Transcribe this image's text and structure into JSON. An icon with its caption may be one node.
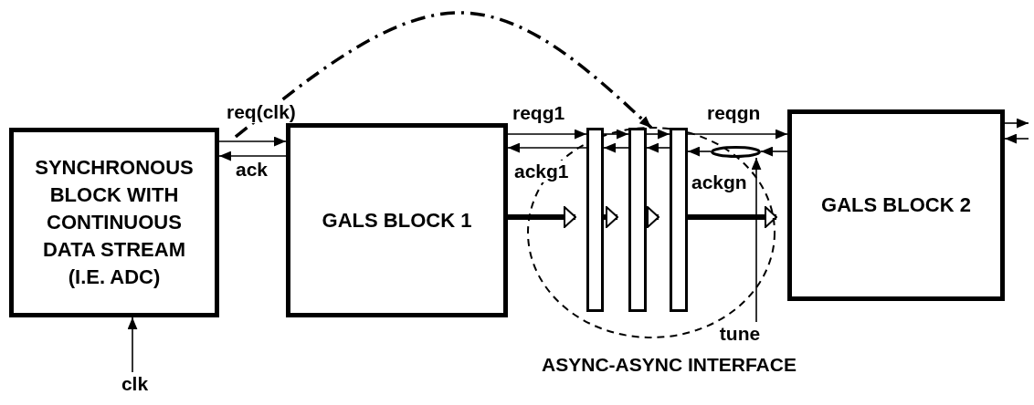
{
  "diagram": {
    "nodes": [
      {
        "text": [
          "SYNCHRONOUS BLOCK WITH CONTINUOUS DATA STREAM (I.E. ADC)"
        ]
      },
      {
        "text": [
          "GALS BLOCK 1"
        ]
      },
      {
        "text": [
          "ASYNC-ASYNC INTERFACE"
        ]
      },
      {
        "text": [],
        "shape": "bar",
        "in": 2
      },
      {
        "text": [],
        "shape": "bar",
        "in": 2
      },
      {
        "text": [],
        "shape": "bar",
        "in": 2
      },
      {
        "text": [],
        "shape": "ellipse",
        "in": 2
      },
      {
        "text": [
          "tune"
        ],
        "in": 2
      },
      {
        "text": [
          "GALS BLOCK 2"
        ]
      },
      {
        "text": [
          "clk"
        ]
      }
    ],
    "edges": [
      {
        "from": 0,
        "to": 1,
        "arrow": "to",
        "label": "req(clk)"
      },
      {
        "from": 1,
        "to": 0,
        "arrow": "to",
        "label": "ack"
      },
      {
        "from": null,
        "to": 2,
        "arrow": "to",
        "style": "dashed"
      },
      {
        "from": 1,
        "to": 3,
        "arrow": "to",
        "label": "reqg1"
      },
      {
        "from": 3,
        "to": 1,
        "arrow": "to",
        "label": "ackg1"
      },
      {
        "from": 1,
        "to": 3,
        "arrow": "to",
        "style": "thick"
      },
      {
        "from": 3,
        "to": 4,
        "arrow": "to"
      },
      {
        "from": 4,
        "to": 3,
        "arrow": "to"
      },
      {
        "from": 3,
        "to": 4,
        "arrow": "to",
        "style": "thick"
      },
      {
        "from": 4,
        "to": 5,
        "arrow": "to"
      },
      {
        "from": 5,
        "to": 4,
        "arrow": "to"
      },
      {
        "from": 4,
        "to": 5,
        "arrow": "to",
        "style": "thick"
      },
      {
        "from": 5,
        "to": 8,
        "arrow": "to",
        "label": "reqgn"
      },
      {
        "from": 8,
        "to": 6,
        "arrow": "to",
        "label": "ackgn"
      },
      {
        "from": 6,
        "to": 5,
        "arrow": "to"
      },
      {
        "from": 5,
        "to": 8,
        "arrow": "to",
        "style": "thick"
      },
      {
        "from": 7,
        "to": 6,
        "arrow": "to"
      },
      {
        "from": 8,
        "to": null,
        "arrow": "to"
      },
      {
        "from": null,
        "to": 8,
        "arrow": "to"
      },
      {
        "from": 9,
        "to": 0,
        "arrow": "to"
      }
    ]
  }
}
